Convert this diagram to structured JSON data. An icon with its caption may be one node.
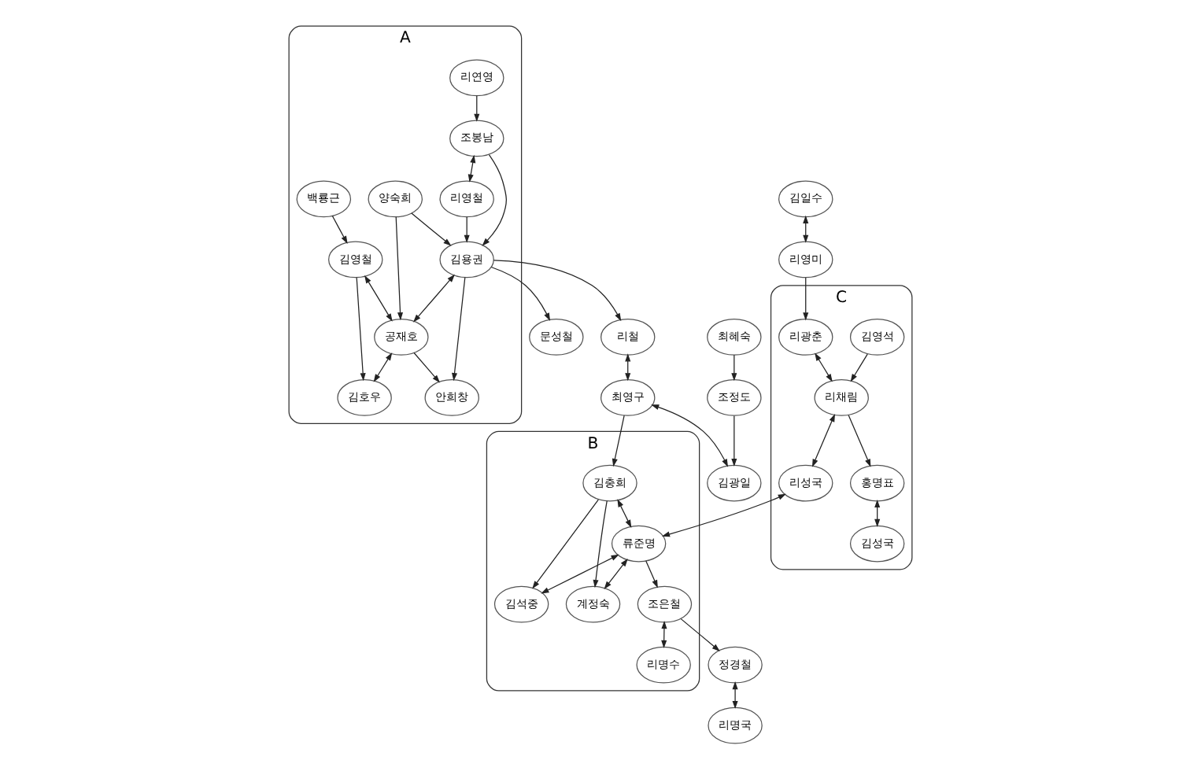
{
  "diagram": {
    "nodes": [
      {
        "text": [
          "A"
        ]
      },
      {
        "text": [
          "리연영"
        ],
        "in": 0
      },
      {
        "text": [
          "백룡근"
        ],
        "in": 0
      },
      {
        "text": [
          "조봉남"
        ],
        "in": 0
      },
      {
        "text": [
          "리영철"
        ],
        "in": 0
      },
      {
        "text": [
          "양숙희"
        ],
        "in": 0
      },
      {
        "text": [
          "김용권"
        ],
        "in": 0
      },
      {
        "text": [
          "공재호"
        ],
        "in": 0
      },
      {
        "text": [
          "김영철"
        ],
        "in": 0
      },
      {
        "text": [
          "김호우"
        ],
        "in": 0
      },
      {
        "text": [
          "안희창"
        ],
        "in": 0
      },
      {
        "text": [
          "문성철"
        ]
      },
      {
        "text": [
          "리철"
        ]
      },
      {
        "text": [
          "최영구"
        ]
      },
      {
        "text": [
          "최혜숙"
        ]
      },
      {
        "text": [
          "조정도"
        ]
      },
      {
        "text": [
          "김광일"
        ]
      },
      {
        "text": [
          "B"
        ]
      },
      {
        "text": [
          "김충희"
        ],
        "in": 17
      },
      {
        "text": [
          "김석중"
        ],
        "in": 17
      },
      {
        "text": [
          "류준명"
        ],
        "in": 17
      },
      {
        "text": [
          "계정숙"
        ],
        "in": 17
      },
      {
        "text": [
          "조은철"
        ],
        "in": 17
      },
      {
        "text": [
          "리명수"
        ],
        "in": 17
      },
      {
        "text": [
          "정경철"
        ]
      },
      {
        "text": [
          "리명국"
        ]
      },
      {
        "text": [
          "김일수"
        ]
      },
      {
        "text": [
          "리영미"
        ]
      },
      {
        "text": [
          "C"
        ]
      },
      {
        "text": [
          "김영석"
        ],
        "in": 28
      },
      {
        "text": [
          "리광춘"
        ],
        "in": 28
      },
      {
        "text": [
          "리채림"
        ],
        "in": 28
      },
      {
        "text": [
          "리성국"
        ],
        "in": 28
      },
      {
        "text": [
          "홍명표"
        ],
        "in": 28
      },
      {
        "text": [
          "김성국"
        ],
        "in": 28
      }
    ],
    "edges": [
      {
        "from": 1,
        "to": 3,
        "arrow": "to"
      },
      {
        "from": 3,
        "to": 4,
        "arrow": "both"
      },
      {
        "from": 3,
        "to": 6,
        "arrow": "to"
      },
      {
        "from": 4,
        "to": 6,
        "arrow": "to"
      },
      {
        "from": 5,
        "to": 6,
        "arrow": "to"
      },
      {
        "from": 5,
        "to": 7,
        "arrow": "to"
      },
      {
        "from": 6,
        "to": 7,
        "arrow": "both"
      },
      {
        "from": 2,
        "to": 8,
        "arrow": "to"
      },
      {
        "from": 8,
        "to": 7,
        "arrow": "both"
      },
      {
        "from": 8,
        "to": 9,
        "arrow": "to"
      },
      {
        "from": 7,
        "to": 9,
        "arrow": "both"
      },
      {
        "from": 7,
        "to": 10,
        "arrow": "to"
      },
      {
        "from": 6,
        "to": 10,
        "arrow": "to"
      },
      {
        "from": 6,
        "to": 11,
        "arrow": "to"
      },
      {
        "from": 6,
        "to": 12,
        "arrow": "to"
      },
      {
        "from": 12,
        "to": 13,
        "arrow": "both"
      },
      {
        "from": 13,
        "to": 16,
        "arrow": "both"
      },
      {
        "from": 13,
        "to": 18,
        "arrow": "to"
      },
      {
        "from": 14,
        "to": 15,
        "arrow": "to"
      },
      {
        "from": 15,
        "to": 16,
        "arrow": "to"
      },
      {
        "from": 18,
        "to": 19,
        "arrow": "to"
      },
      {
        "from": 18,
        "to": 21,
        "arrow": "to"
      },
      {
        "from": 18,
        "to": 20,
        "arrow": "both"
      },
      {
        "from": 20,
        "to": 19,
        "arrow": "both"
      },
      {
        "from": 20,
        "to": 21,
        "arrow": "both"
      },
      {
        "from": 32,
        "to": 20,
        "arrow": "both"
      },
      {
        "from": 20,
        "to": 22,
        "arrow": "to"
      },
      {
        "from": 22,
        "to": 23,
        "arrow": "both"
      },
      {
        "from": 22,
        "to": 24,
        "arrow": "to"
      },
      {
        "from": 24,
        "to": 25,
        "arrow": "both"
      },
      {
        "from": 26,
        "to": 27,
        "arrow": "both"
      },
      {
        "from": 27,
        "to": 30,
        "arrow": "to"
      },
      {
        "from": 30,
        "to": 31,
        "arrow": "both"
      },
      {
        "from": 29,
        "to": 31,
        "arrow": "to"
      },
      {
        "from": 31,
        "to": 32,
        "arrow": "both"
      },
      {
        "from": 31,
        "to": 33,
        "arrow": "to"
      },
      {
        "from": 33,
        "to": 34,
        "arrow": "both"
      }
    ]
  }
}
